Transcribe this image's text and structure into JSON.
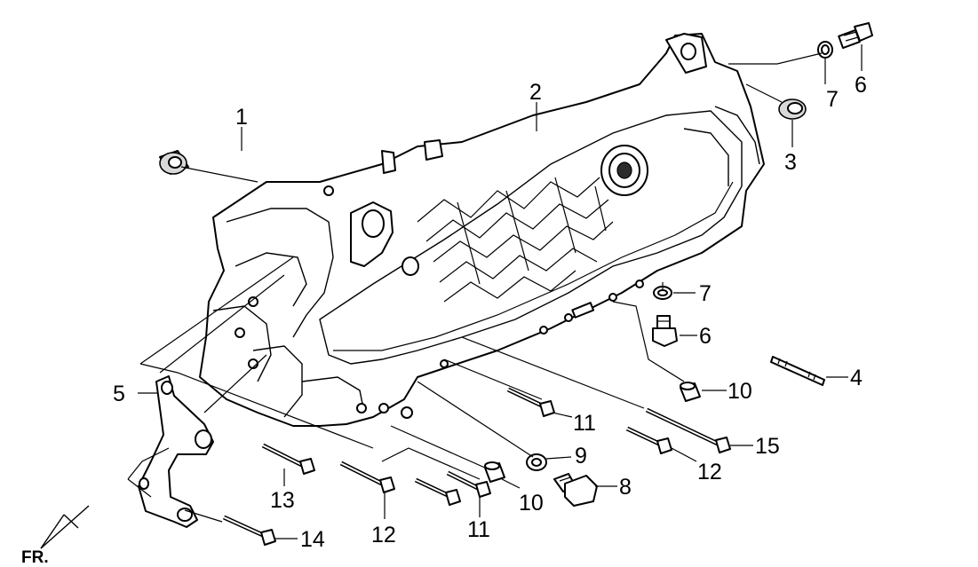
{
  "callouts": [
    {
      "id": "c1",
      "text": "1"
    },
    {
      "id": "c2",
      "text": "2"
    },
    {
      "id": "c3",
      "text": "3"
    },
    {
      "id": "c4",
      "text": "4"
    },
    {
      "id": "c5",
      "text": "5"
    },
    {
      "id": "c6a",
      "text": "6"
    },
    {
      "id": "c6b",
      "text": "6"
    },
    {
      "id": "c7a",
      "text": "7"
    },
    {
      "id": "c7b",
      "text": "7"
    },
    {
      "id": "c8",
      "text": "8"
    },
    {
      "id": "c9",
      "text": "9"
    },
    {
      "id": "c10a",
      "text": "10"
    },
    {
      "id": "c10b",
      "text": "10"
    },
    {
      "id": "c11a",
      "text": "11"
    },
    {
      "id": "c11b",
      "text": "11"
    },
    {
      "id": "c12a",
      "text": "12"
    },
    {
      "id": "c12b",
      "text": "12"
    },
    {
      "id": "c13",
      "text": "13"
    },
    {
      "id": "c14",
      "text": "14"
    },
    {
      "id": "c15",
      "text": "15"
    }
  ],
  "direction_label": "FR."
}
